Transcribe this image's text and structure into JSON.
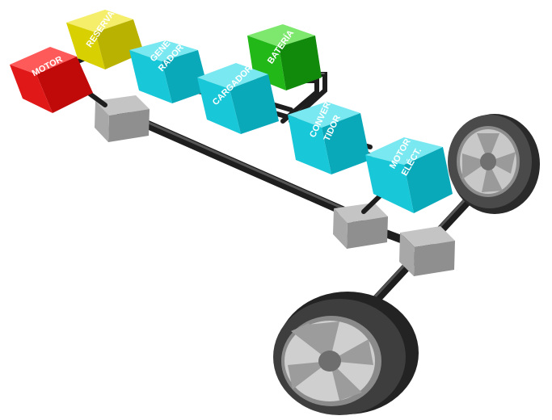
{
  "labels": {
    "motor": "MOTOR",
    "reserva": "RESERVA",
    "generador_1": "GENE-",
    "generador_2": "RADOR",
    "bateria": "BATERÍA",
    "cargador": "CARGADOR",
    "convertidor_1": "CONVER-",
    "convertidor_2": "TIDOR",
    "motor_elect_1": "MOTOR",
    "motor_elect_2": "ELÉCT."
  },
  "colors": {
    "motor": "#e01010",
    "reserva": "#d8d000",
    "electric_components": "#18c8d8",
    "bateria": "#20b818",
    "gearbox": "#9a9a9a",
    "shaft": "#3a3a3a",
    "tire": "#3c3c3c"
  }
}
